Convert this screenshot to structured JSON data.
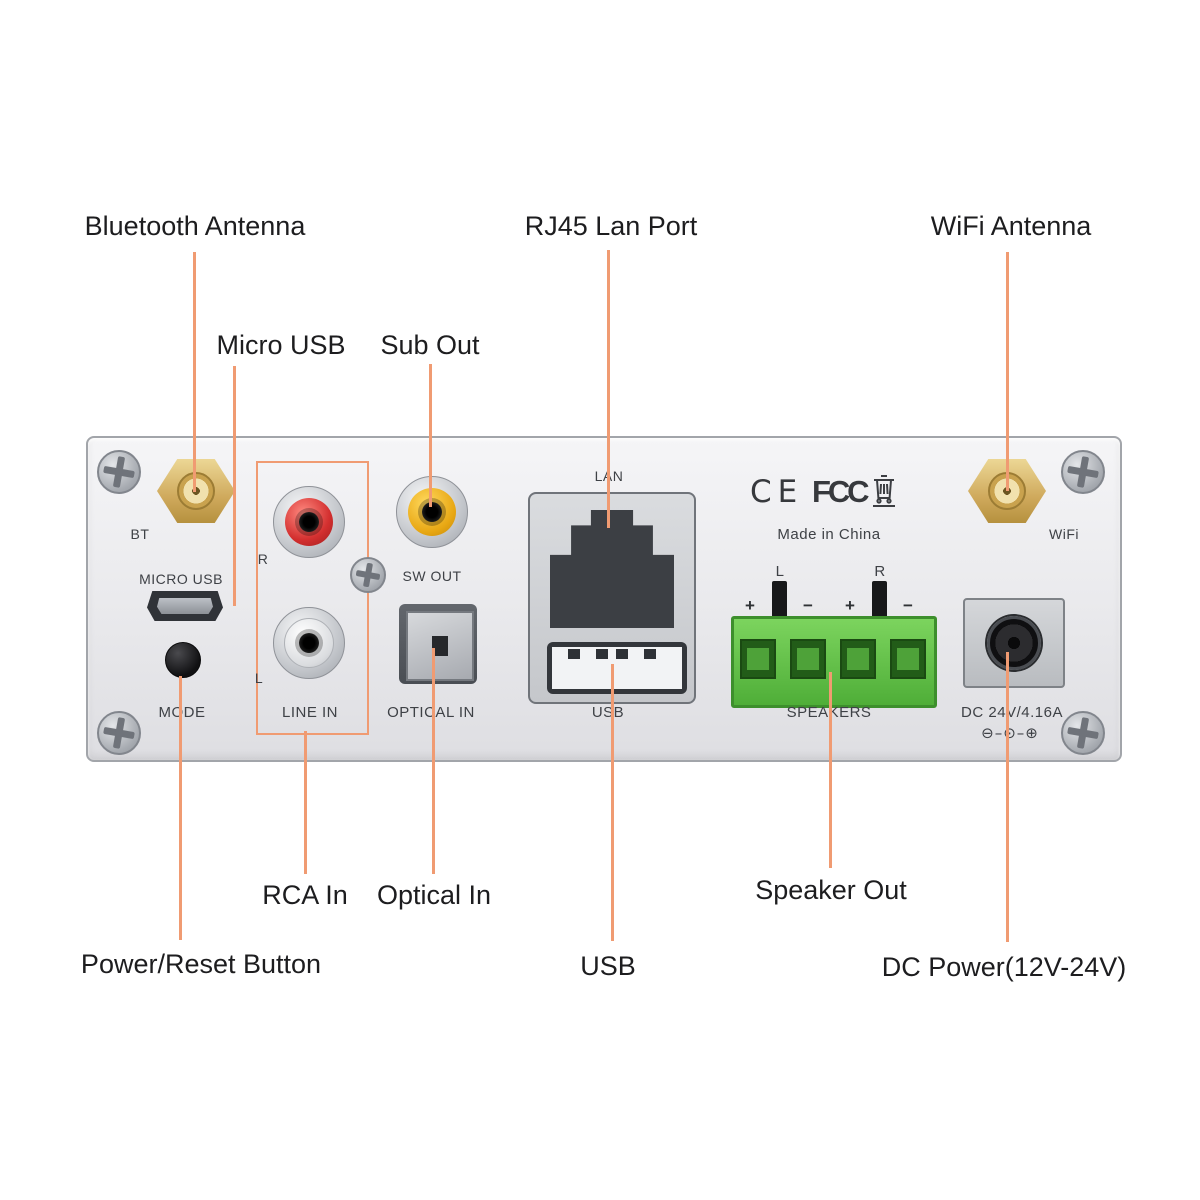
{
  "colors": {
    "callout_line": "#f09b72",
    "speaker_terminal_green": "#57b33f",
    "rca_red": "#d32f2f",
    "rca_yellow": "#e8a713",
    "antenna_gold": "#d2ac5e"
  },
  "callouts": {
    "bluetooth_antenna": "Bluetooth Antenna",
    "micro_usb": "Micro USB",
    "sub_out": "Sub Out",
    "rj45_lan_port": "RJ45 Lan Port",
    "wifi_antenna": "WiFi Antenna",
    "rca_in": "RCA In",
    "optical_in": "Optical In",
    "speaker_out": "Speaker Out",
    "power_reset_button": "Power/Reset Button",
    "usb": "USB",
    "dc_power": "DC Power(12V-24V)"
  },
  "panel": {
    "bt": "BT",
    "micro_usb": "MICRO USB",
    "mode": "MODE",
    "rca_r": "R",
    "rca_l": "L",
    "line_in": "LINE IN",
    "sw_out": "SW OUT",
    "optical_in": "OPTICAL IN",
    "lan": "LAN",
    "usb": "USB",
    "speakers": "SPEAKERS",
    "spk_l": "L",
    "spk_r": "R",
    "spk_signs": [
      "+",
      "−",
      "+",
      "−"
    ],
    "dc_rating": "DC 24V/4.16A",
    "dc_polarity": "⊖–⊙–⊕",
    "wifi": "WiFi",
    "ce_mark": "CE",
    "fcc_mark": "FCC",
    "made_in_china": "Made in China"
  }
}
